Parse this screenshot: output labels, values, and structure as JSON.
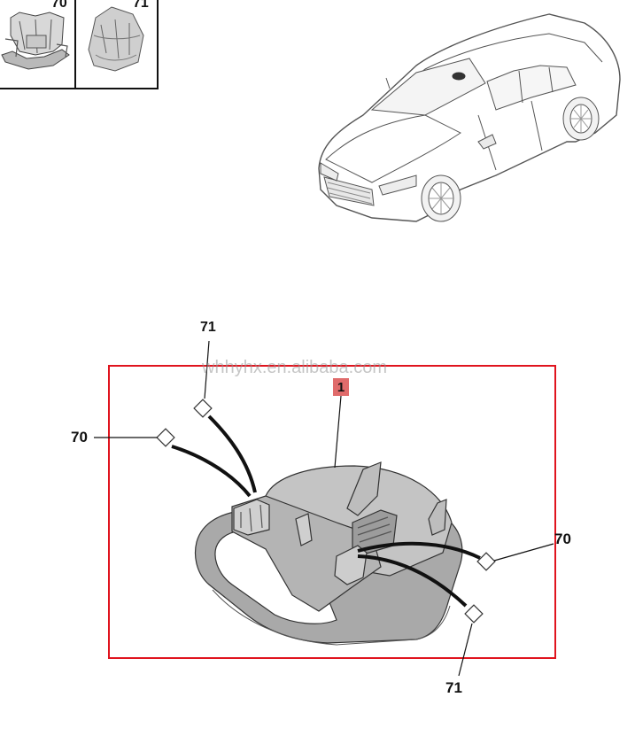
{
  "legend": {
    "thumb_left_label": "70",
    "thumb_right_label": "71"
  },
  "callouts": {
    "top_71": "71",
    "left_70": "70",
    "right_70": "70",
    "bottom_71": "71"
  },
  "part_number": "1",
  "watermark": "whhyhx.en.alibaba.com",
  "colors": {
    "frame_red": "#e0141e",
    "badge_red": "#e06b6b",
    "ink": "#111111"
  }
}
